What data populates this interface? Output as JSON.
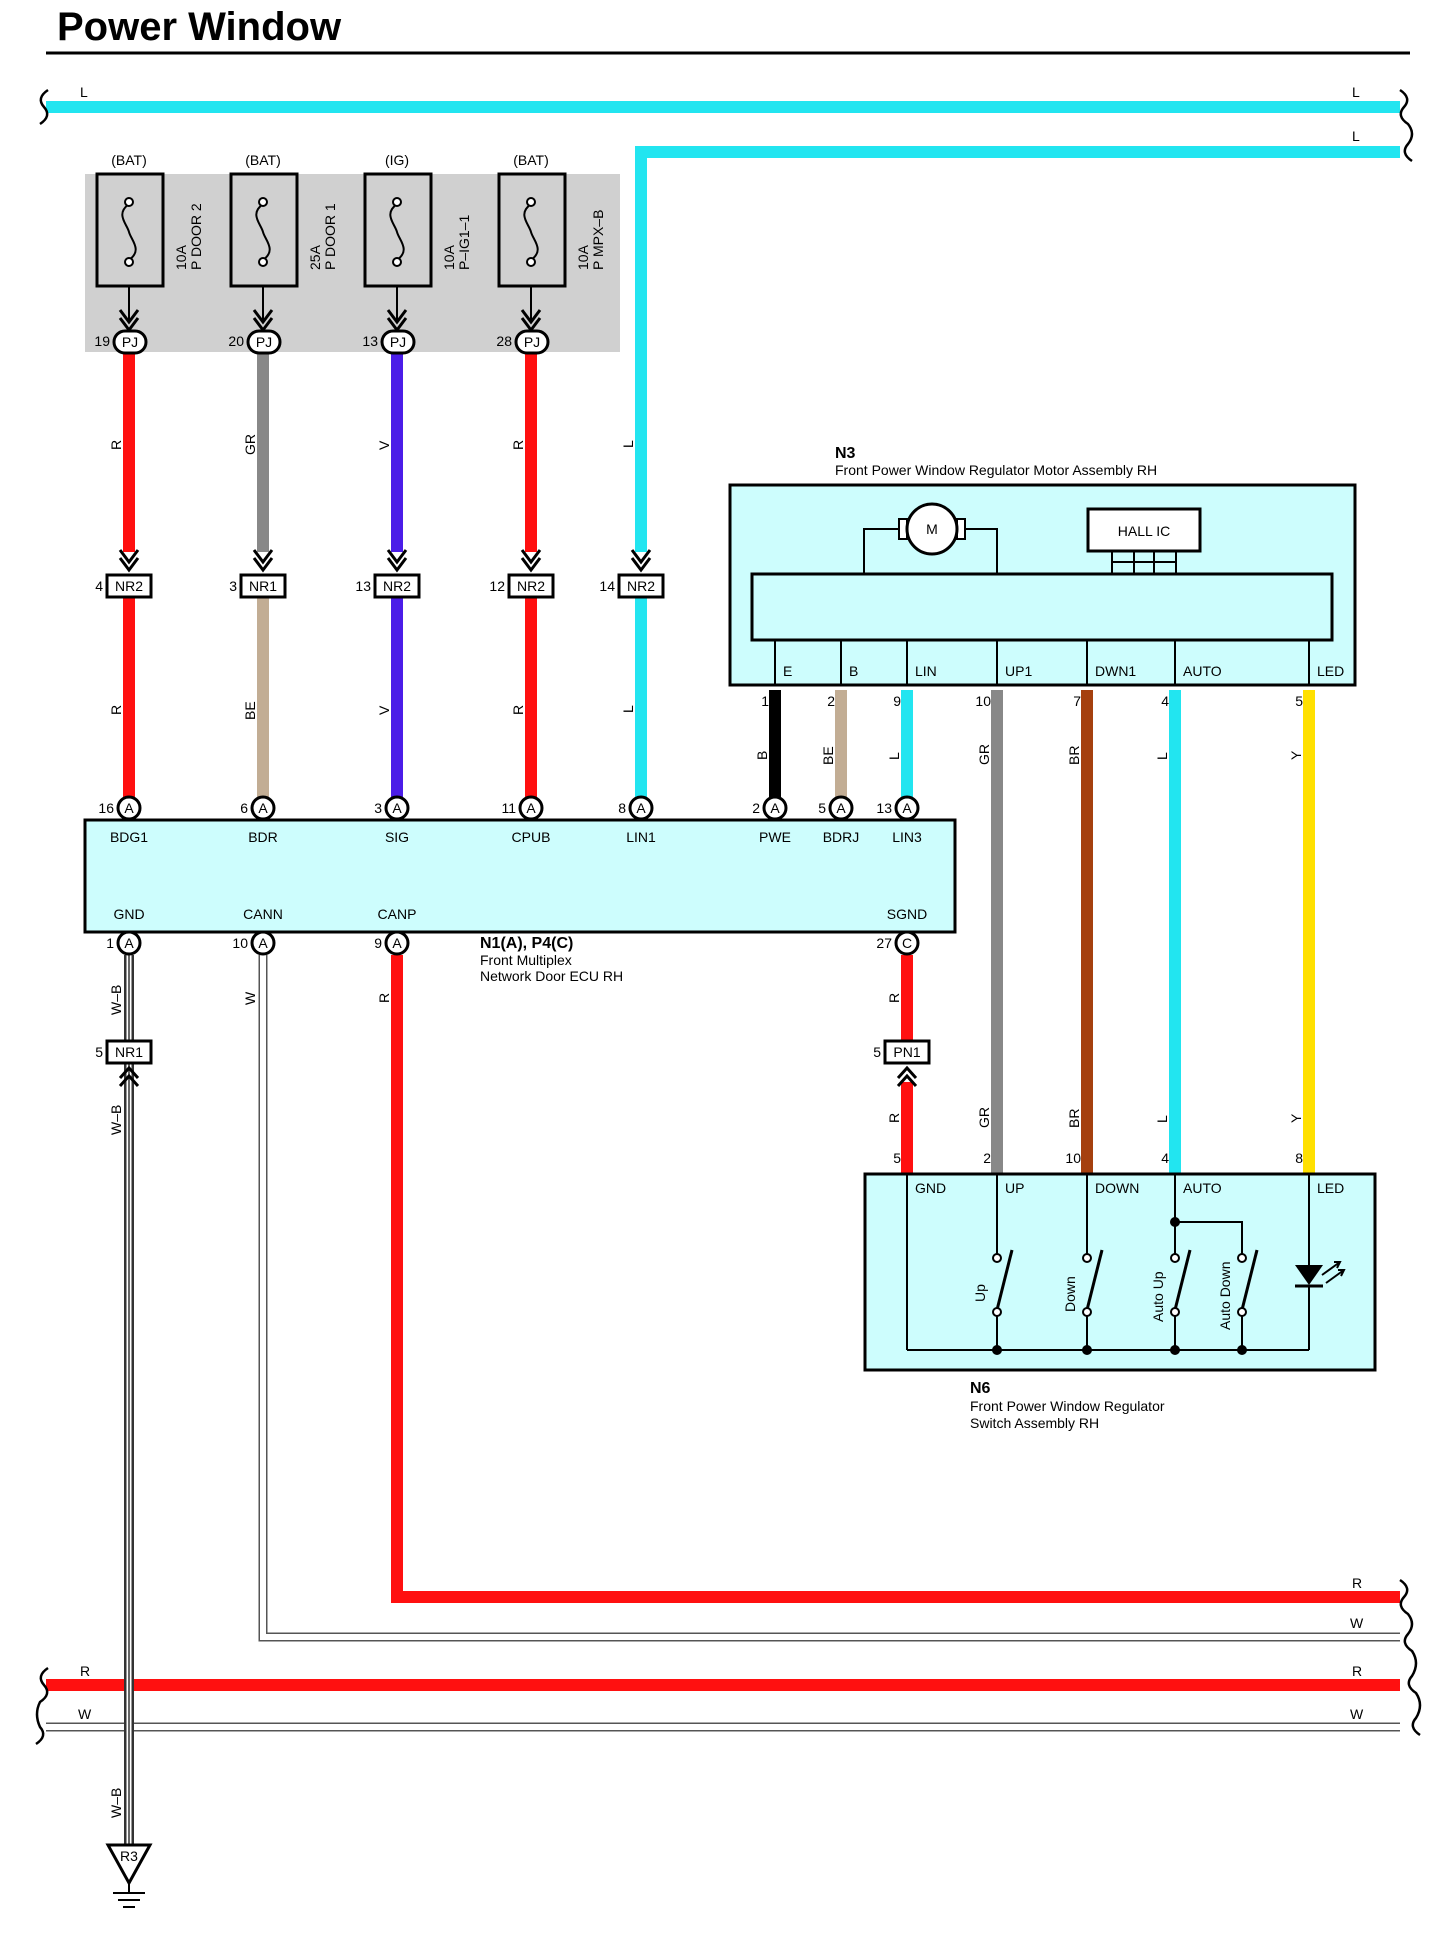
{
  "page_title": "Power Window",
  "colors": {
    "L": "#22e5f0",
    "R": "#ff1010",
    "GR": "#888888",
    "V": "#4b1de8",
    "BE": "#c2ad94",
    "B": "#000000",
    "BR": "#a5400f",
    "Y": "#ffe000",
    "box_fill": "#cdfdfd",
    "fuse_fill": "#d0d0d0"
  },
  "bus": {
    "top_left": "L",
    "top_right_1": "L",
    "top_right_2": "L",
    "bot_r_left": "R",
    "bot_w_left": "W",
    "bot_r_right_1": "R",
    "bot_w_right_1": "W",
    "bot_r_right_2": "R",
    "bot_w_right_2": "W"
  },
  "fuses": [
    {
      "source": "(BAT)",
      "rating": "10A",
      "name": "P DOOR 2",
      "pin": "19",
      "conn": "PJ"
    },
    {
      "source": "(BAT)",
      "rating": "25A",
      "name": "P DOOR 1",
      "pin": "20",
      "conn": "PJ"
    },
    {
      "source": "(IG)",
      "rating": "10A",
      "name": "P–IG1–1",
      "pin": "13",
      "conn": "PJ"
    },
    {
      "source": "(BAT)",
      "rating": "10A",
      "name": "P MPX–B",
      "pin": "28",
      "conn": "PJ"
    }
  ],
  "upper_wires": [
    {
      "color": "R",
      "pin": "4",
      "conn": "NR2",
      "lower_color": "R"
    },
    {
      "color": "GR",
      "pin": "3",
      "conn": "NR1",
      "lower_color": "BE"
    },
    {
      "color": "V",
      "pin": "13",
      "conn": "NR2",
      "lower_color": "V"
    },
    {
      "color": "R",
      "pin": "12",
      "conn": "NR2",
      "lower_color": "R"
    },
    {
      "color": "L",
      "pin": "14",
      "conn": "NR2",
      "lower_color": "L"
    }
  ],
  "ecu": {
    "id": "N1(A), P4(C)",
    "name_line1": "Front Multiplex",
    "name_line2": "Network Door ECU RH",
    "top_pins": [
      {
        "label": "BDG1",
        "num": "16",
        "conn": "A"
      },
      {
        "label": "BDR",
        "num": "6",
        "conn": "A"
      },
      {
        "label": "SIG",
        "num": "3",
        "conn": "A"
      },
      {
        "label": "CPUB",
        "num": "11",
        "conn": "A"
      },
      {
        "label": "LIN1",
        "num": "8",
        "conn": "A"
      },
      {
        "label": "PWE",
        "num": "2",
        "conn": "A"
      },
      {
        "label": "BDRJ",
        "num": "5",
        "conn": "A"
      },
      {
        "label": "LIN3",
        "num": "13",
        "conn": "A"
      }
    ],
    "bottom_pins": [
      {
        "label": "GND",
        "num": "1",
        "conn": "A"
      },
      {
        "label": "CANN",
        "num": "10",
        "conn": "A"
      },
      {
        "label": "CANP",
        "num": "9",
        "conn": "A"
      },
      {
        "label": "SGND",
        "num": "27",
        "conn": "C"
      }
    ]
  },
  "motor": {
    "id": "N3",
    "name": "Front Power Window Regulator Motor Assembly RH",
    "motor_label": "M",
    "hall_label": "HALL IC",
    "terminals": [
      {
        "label": "E",
        "num": "1",
        "wire": "B"
      },
      {
        "label": "B",
        "num": "2",
        "wire": "BE"
      },
      {
        "label": "LIN",
        "num": "9",
        "wire": "L"
      },
      {
        "label": "UP1",
        "num": "10",
        "wire": "GR"
      },
      {
        "label": "DWN1",
        "num": "7",
        "wire": "BR"
      },
      {
        "label": "AUTO",
        "num": "4",
        "wire": "L"
      },
      {
        "label": "LED",
        "num": "5",
        "wire": "Y"
      }
    ]
  },
  "switch": {
    "id": "N6",
    "name_line1": "Front Power Window Regulator",
    "name_line2": "Switch Assembly RH",
    "terminals": [
      {
        "label": "GND",
        "num": "5",
        "wire": "R"
      },
      {
        "label": "UP",
        "num": "2",
        "wire": "GR"
      },
      {
        "label": "DOWN",
        "num": "10",
        "wire": "BR"
      },
      {
        "label": "AUTO",
        "num": "4",
        "wire": "L"
      },
      {
        "label": "LED",
        "num": "8",
        "wire": "Y"
      }
    ],
    "switches": [
      "Up",
      "Down",
      "Auto Up",
      "Auto Down"
    ]
  },
  "lower_wires": {
    "gnd_color": "W–B",
    "gnd_pin": "5",
    "gnd_conn": "NR1",
    "gnd_color_2": "W–B",
    "gnd_color_3": "W–B",
    "cann_color": "W",
    "canp_color": "R",
    "sgnd_color": "R",
    "sgnd_pin": "5",
    "sgnd_conn": "PN1",
    "sgnd_color_2": "R",
    "ground_id": "R3"
  }
}
